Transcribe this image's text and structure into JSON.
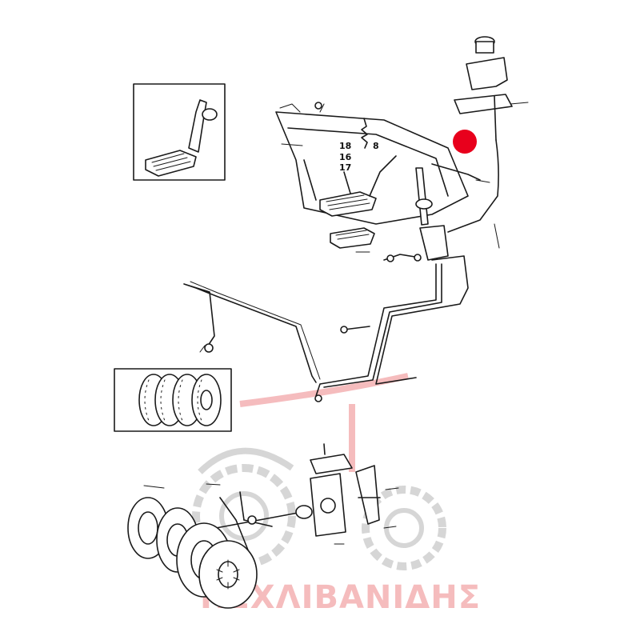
{
  "colors": {
    "line": "#1a1a1a",
    "hotspot": "#e8001c",
    "watermark_red": "#f2a6a8",
    "watermark_grey": "#c9c9c9"
  },
  "watermark": {
    "text": "ΠΕΧΛΙΒΑΝΙΔΗΣ",
    "icon": "tractor-logo"
  },
  "callouts": {
    "c18": "18",
    "c8": "8",
    "c16": "16",
    "c17": "17"
  },
  "hotspot": {
    "icon": "red-dot-marker"
  }
}
